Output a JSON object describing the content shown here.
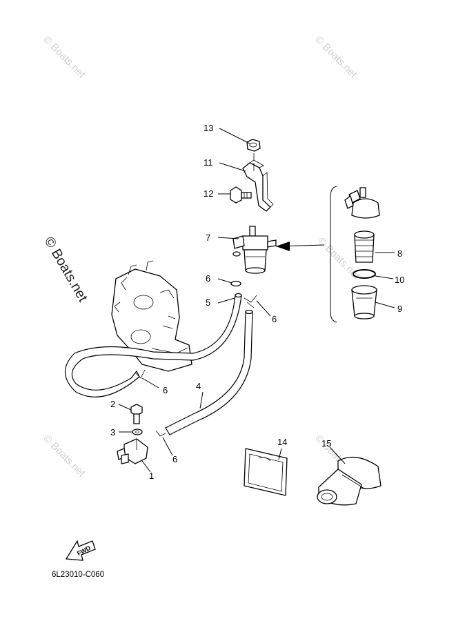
{
  "watermarks": {
    "text": "© Boats.net",
    "large_text": "© Boats.net"
  },
  "diagram_code": "6L23010-C060",
  "fwd_label": "FWD",
  "callouts": {
    "c1": "1",
    "c2": "2",
    "c3": "3",
    "c4": "4",
    "c5": "5",
    "c6a": "6",
    "c6b": "6",
    "c6c": "6",
    "c6d": "6",
    "c7": "7",
    "c8": "8",
    "c9": "9",
    "c10": "10",
    "c11": "11",
    "c12": "12",
    "c13": "13",
    "c14": "14",
    "c15": "15"
  }
}
